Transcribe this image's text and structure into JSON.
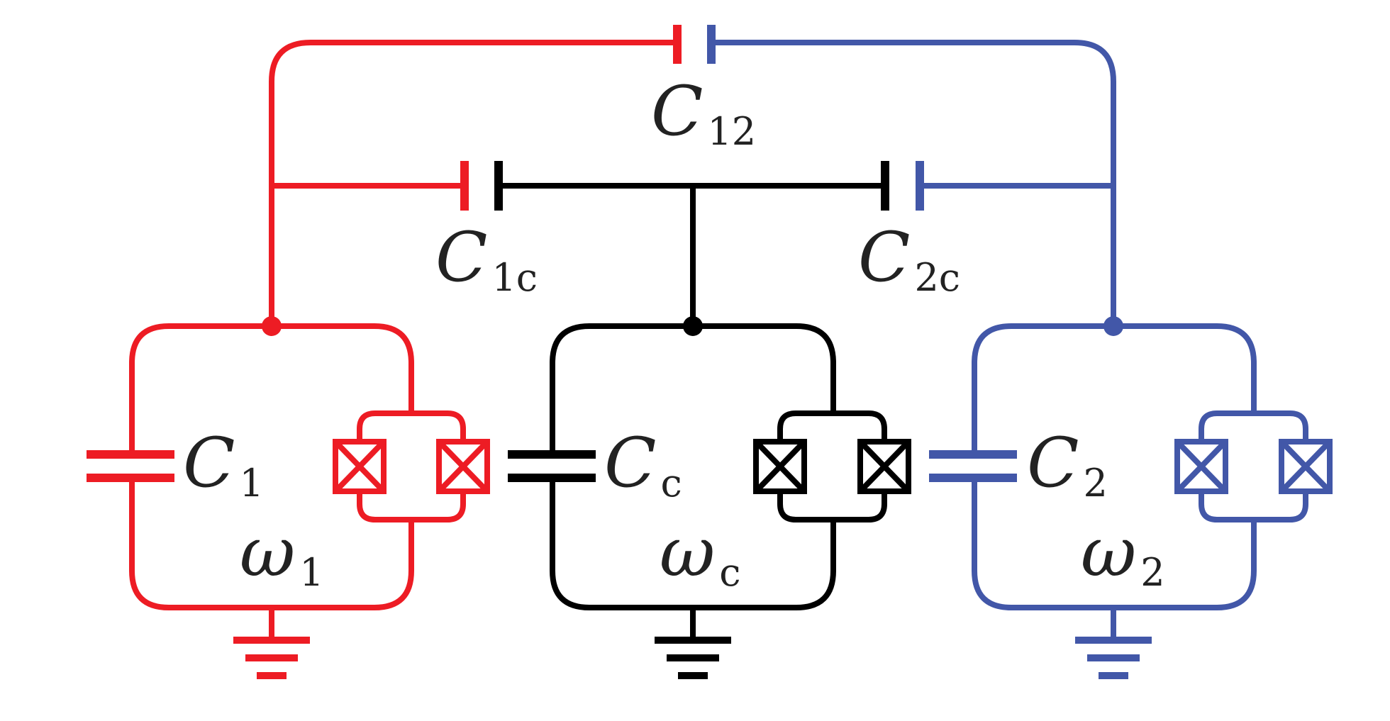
{
  "colors": {
    "qubit1": "#ED1C24",
    "coupler": "#000000",
    "qubit2": "#4257A8",
    "label": "#222222"
  },
  "labels": {
    "c12": {
      "main": "C",
      "sub": "12"
    },
    "c1c": {
      "main": "C",
      "sub": "1c"
    },
    "c2c": {
      "main": "C",
      "sub": "2c"
    },
    "c1": {
      "main": "C",
      "sub": "1"
    },
    "cc": {
      "main": "C",
      "sub": "c"
    },
    "c2": {
      "main": "C",
      "sub": "2"
    },
    "w1": {
      "main": "ω",
      "sub": "1"
    },
    "wc": {
      "main": "ω",
      "sub": "c"
    },
    "w2": {
      "main": "ω",
      "sub": "2"
    }
  }
}
